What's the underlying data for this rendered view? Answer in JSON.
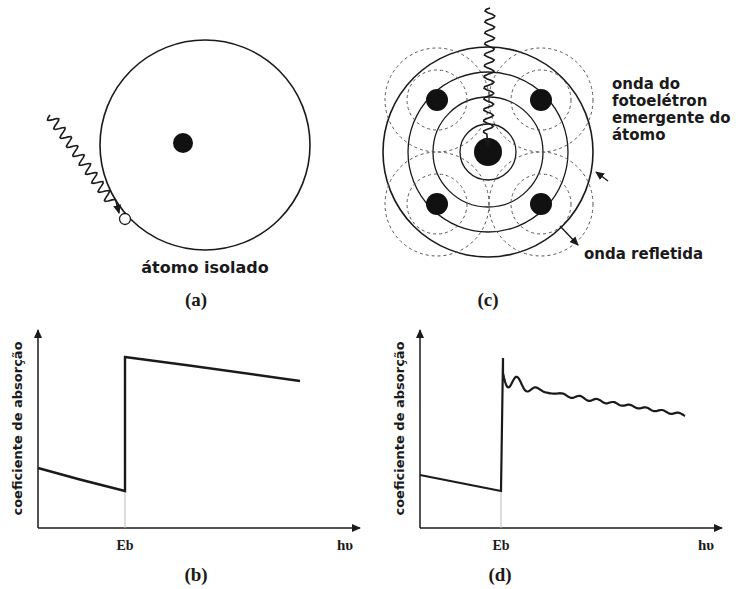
{
  "diagram": {
    "labels": [
      "átomo isolado",
      "(a)",
      "onda do fotoelétron emergente do átomo",
      "onda refletida",
      "(c)",
      "coeficiente de absorção",
      "Eb",
      "hυ",
      "(b)",
      "coeficiente de absorção",
      "Eb",
      "hυ",
      "(d)"
    ]
  }
}
